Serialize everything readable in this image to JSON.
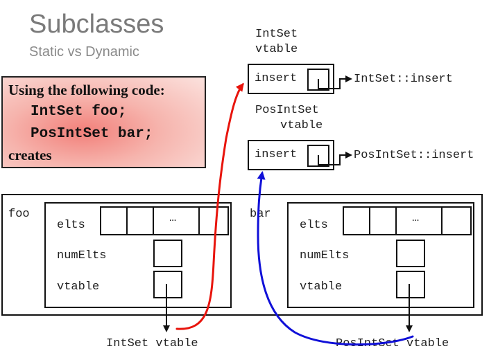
{
  "title": "Subclasses",
  "subtitle": "Static vs Dynamic",
  "code": {
    "line1": "Using the following code:",
    "line2": "IntSet foo;",
    "line3": "PosIntSet bar;",
    "line4": "creates"
  },
  "intset_vtable": {
    "heading_line1": "IntSet",
    "heading_line2": "vtable",
    "slot_label": "insert",
    "target": "IntSet::insert"
  },
  "posintset_vtable": {
    "heading_line1": "PosIntSet",
    "heading_line2": "vtable",
    "slot_label": "insert",
    "target": "PosIntSet::insert"
  },
  "foo": {
    "name": "foo",
    "fields": {
      "elts": "elts",
      "numElts": "numElts",
      "vtable": "vtable"
    },
    "ellipsis": "…"
  },
  "bar": {
    "name": "bar",
    "fields": {
      "elts": "elts",
      "numElts": "numElts",
      "vtable": "vtable"
    },
    "ellipsis": "…"
  },
  "bottom_labels": {
    "foo_target": "IntSet vtable",
    "bar_target": "PosIntSet vtable"
  },
  "colors": {
    "title": "#7a7a7a",
    "red_arrow": "#e8140c",
    "blue_arrow": "#1010d8",
    "code_bg": "#f6b4ad"
  }
}
